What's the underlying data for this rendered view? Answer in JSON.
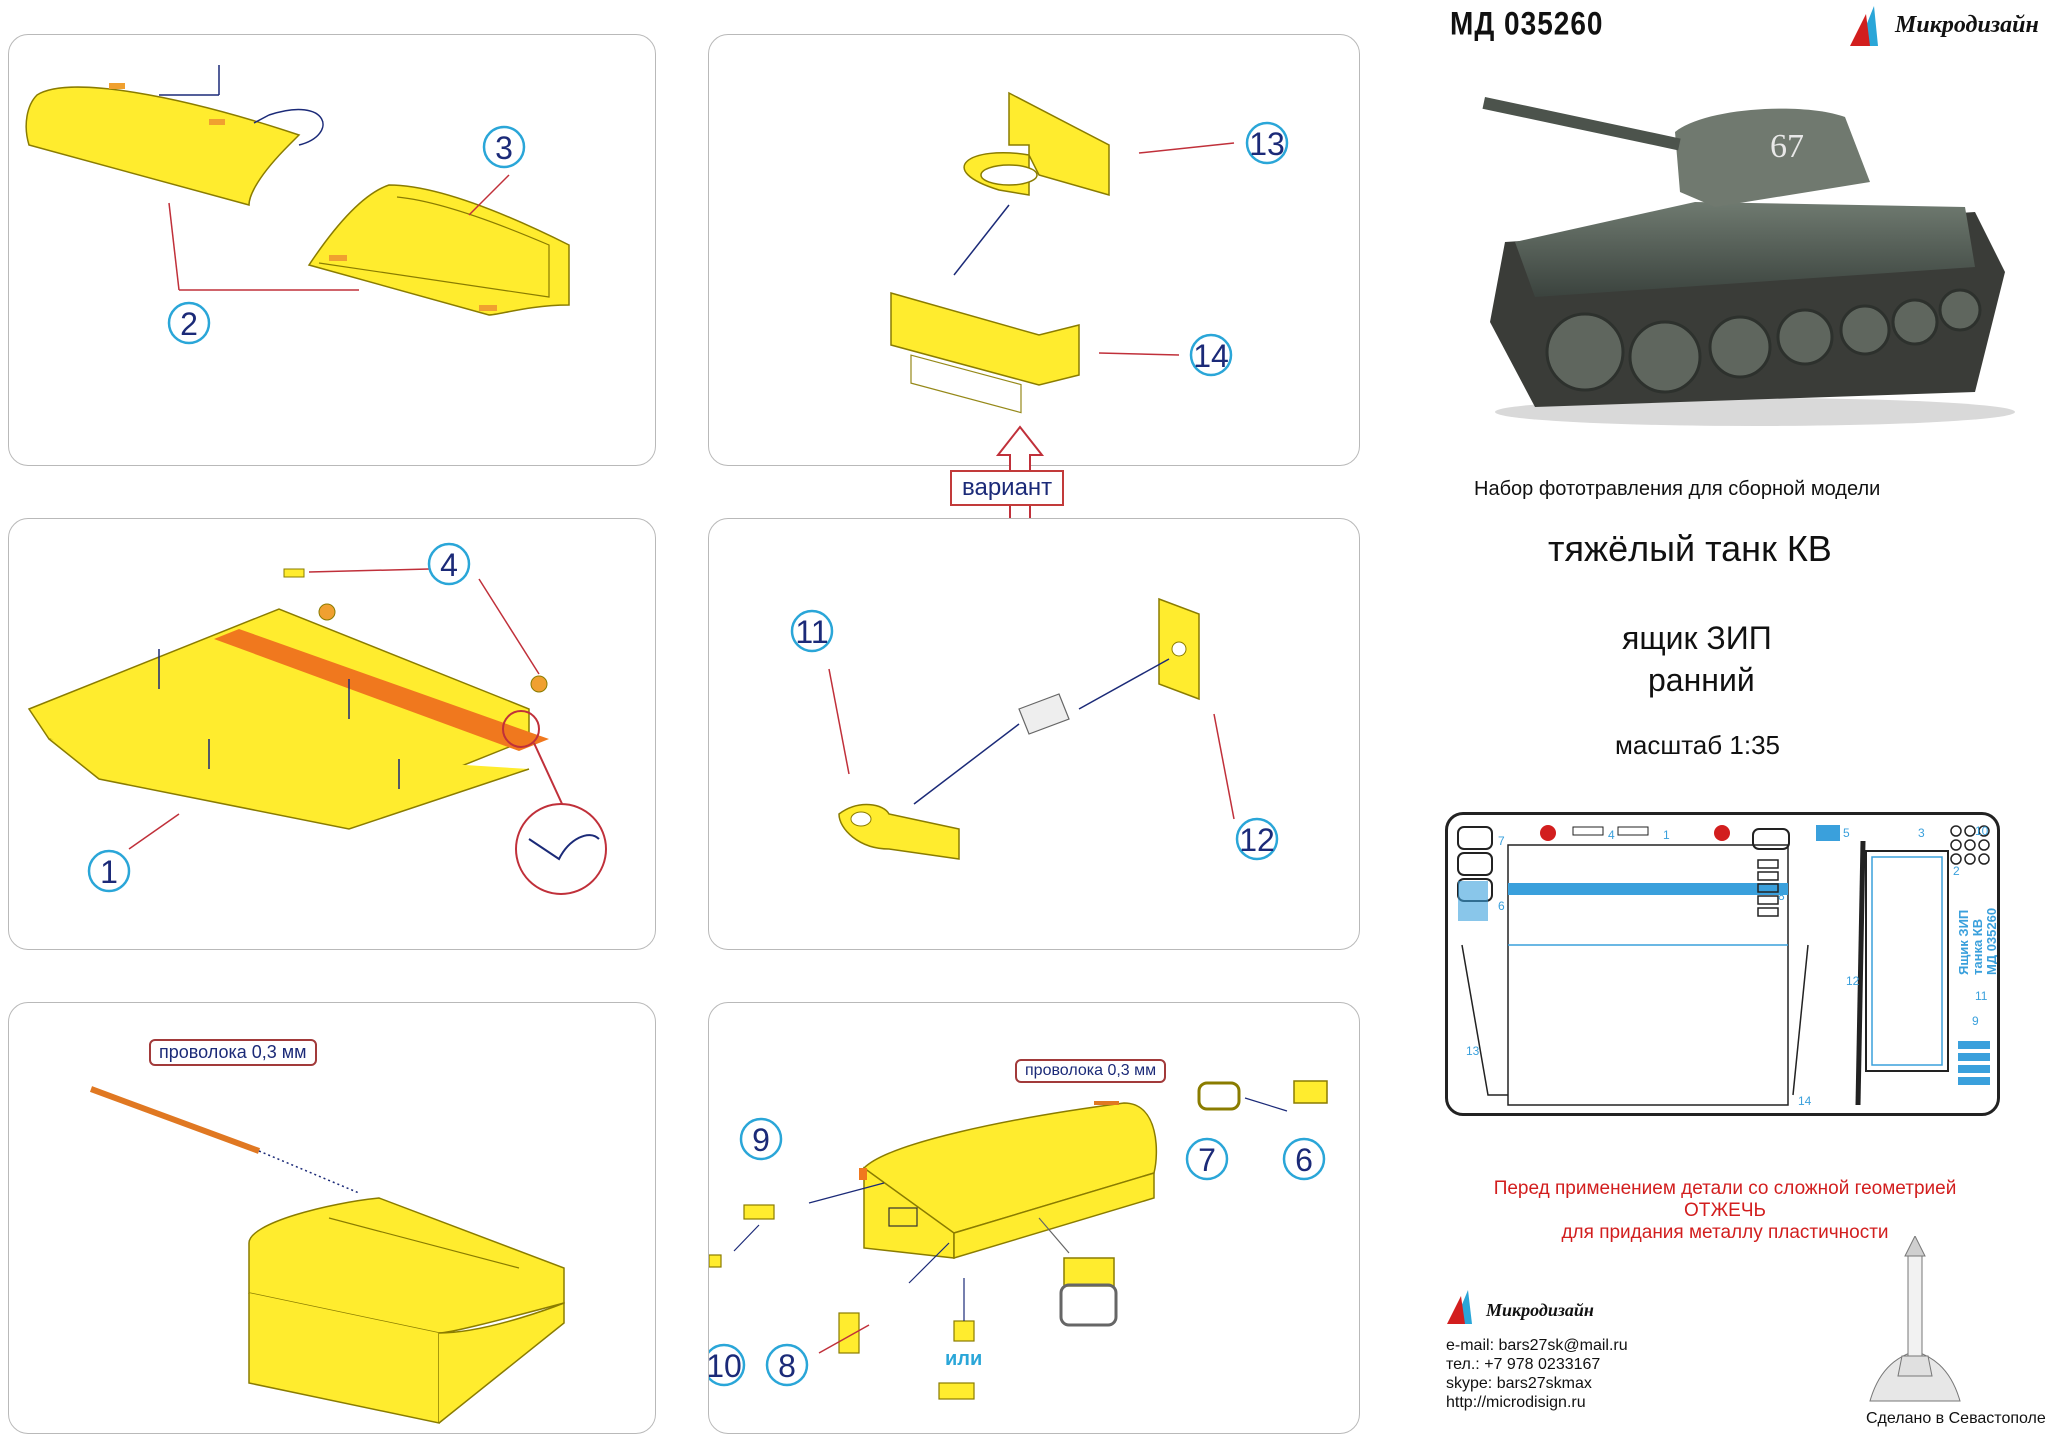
{
  "header": {
    "code": "МД 035260",
    "brand": "Микродизайн"
  },
  "colors": {
    "part": "#ffec2e",
    "outline": "#8a7c00",
    "arrow_red": "#c0303a",
    "arrow_blue": "#1b2a78",
    "callout_ring": "#2aa6d8",
    "warn": "#d21e1e"
  },
  "title": {
    "line1": "Набор фототравления для сборной модели",
    "line2": "тяжёлый танк КВ",
    "line3": "ящик ЗИП",
    "line4": "ранний",
    "line5": "масштаб 1:35"
  },
  "tank": {
    "turret_number": "67"
  },
  "variant_label": "вариант",
  "wire_label_1": "проволока 0,3 мм",
  "wire_label_2": "проволока 0,3 мм",
  "or_label": "или",
  "callouts": {
    "p1": [
      "2",
      "3"
    ],
    "p2": [
      "13",
      "14"
    ],
    "p3": [
      "4",
      "1"
    ],
    "p4": [
      "11",
      "12"
    ],
    "p6": [
      "9",
      "10",
      "8",
      "7",
      "6"
    ]
  },
  "fret": {
    "numbers": [
      "1",
      "2",
      "3",
      "4",
      "5",
      "6",
      "7",
      "8",
      "9",
      "10",
      "11",
      "12",
      "13",
      "14"
    ],
    "side_text_1": "Ящик ЗИП",
    "side_text_2": "танка КВ",
    "side_text_3": "МД 035260"
  },
  "warning": {
    "line1": "Перед применением детали со сложной геометрией",
    "line2": "ОТЖЕЧЬ",
    "line3": "для придания металлу пластичности"
  },
  "contact": {
    "brand": "Микродизайн",
    "email": "e-mail: bars27sk@mail.ru",
    "phone": "тел.: +7 978 0233167",
    "skype": "skype: bars27skmax",
    "web": "http://microdisign.ru"
  },
  "made_in": "Сделано в Севастополе"
}
